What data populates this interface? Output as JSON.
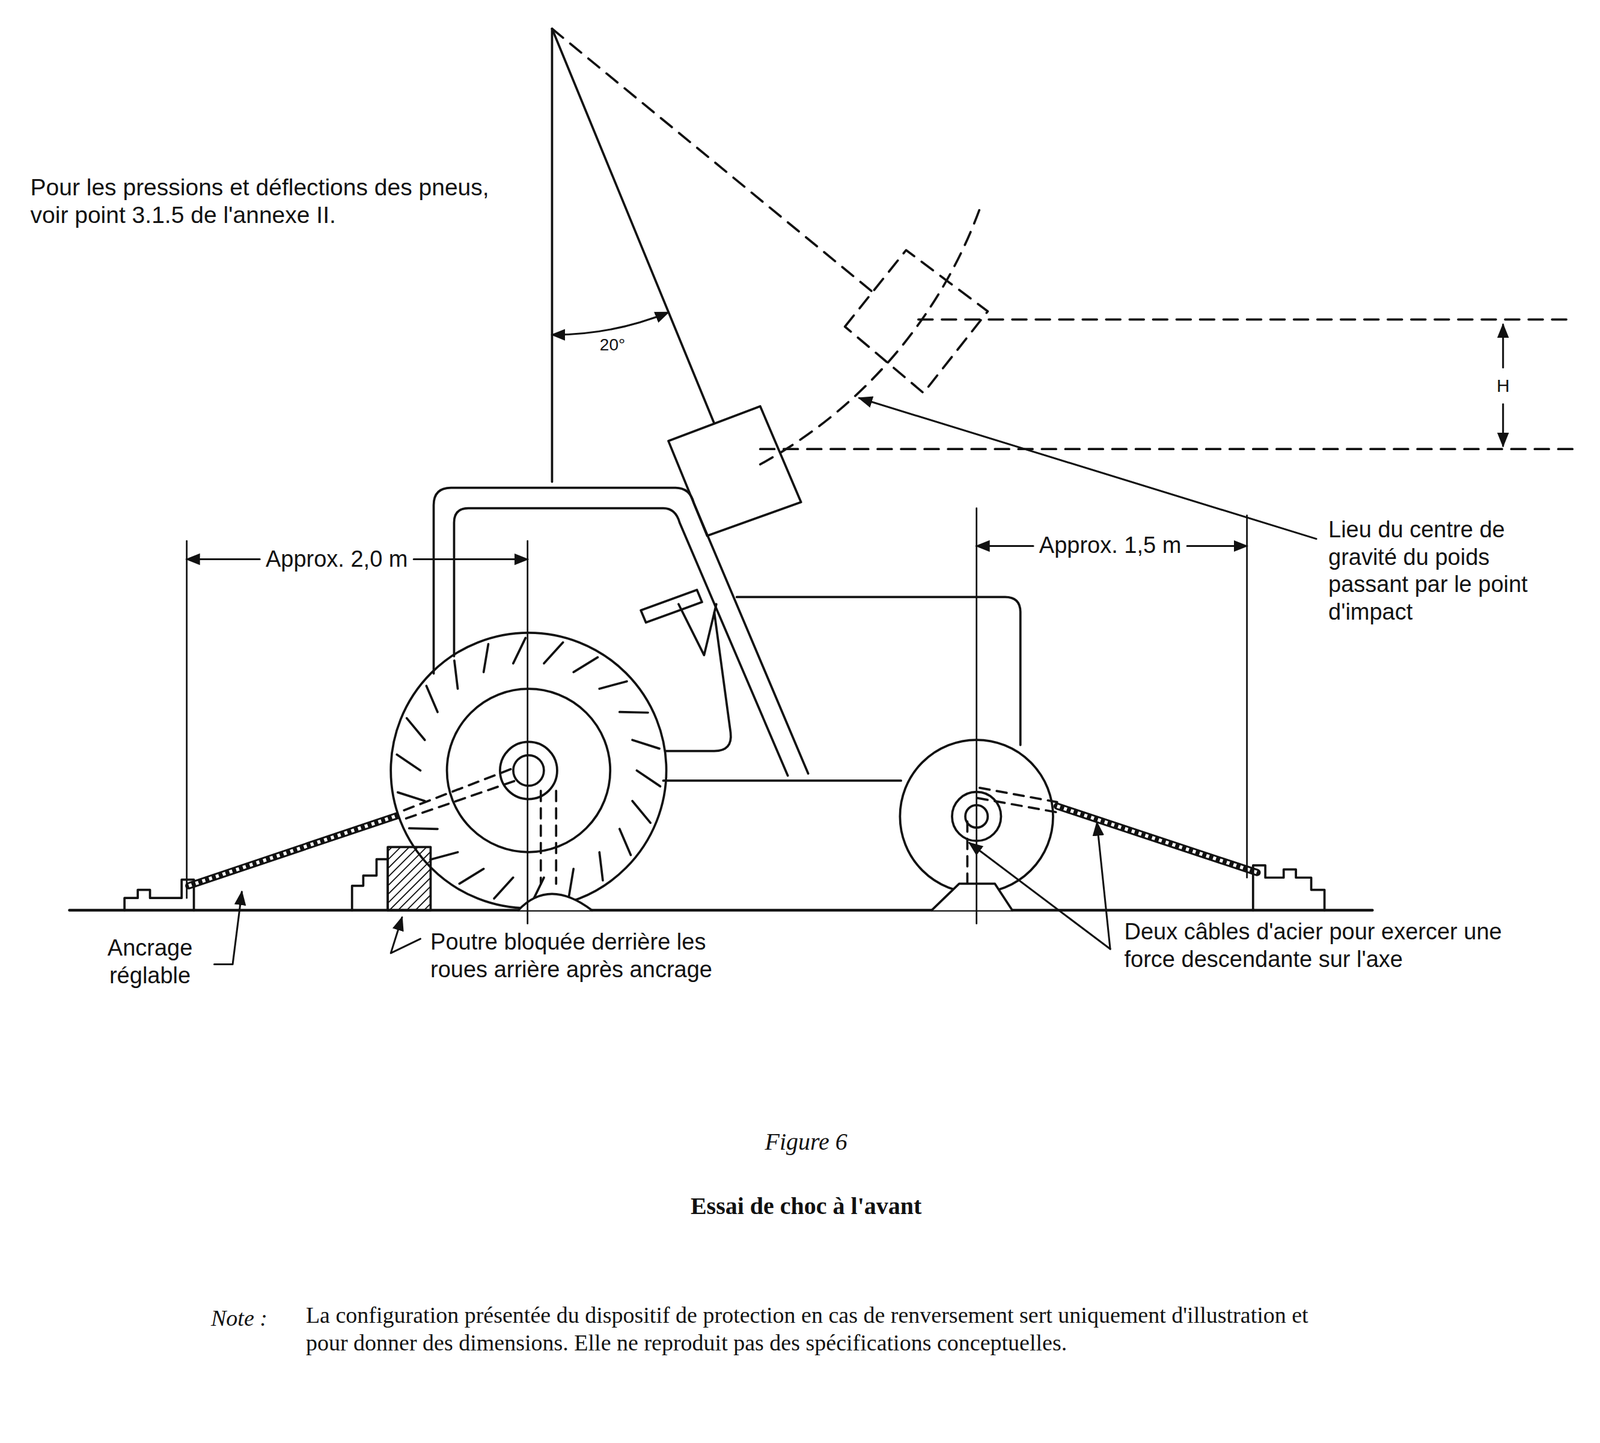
{
  "diagram": {
    "caption": "Essai de choc à l'avant",
    "labels": [
      "Pour les pressions et déflections des pneus, voir point 3.1.5 de l'annexe II.",
      "20°",
      "H",
      "Lieu du centre de gravité du poids passant par le point d'impact",
      "Approx. 2,0 m",
      "Approx. 1,5 m",
      "Ancrage réglable",
      "Poutre bloquée derrière les roues arrière après ancrage",
      "Deux câbles d'acier pour exercer une force descendante sur l'axe",
      "Figure 6",
      "Note :",
      "La configuration présentée du dispositif de protection en cas de renversement sert uniquement d'illustration et pour donner des dimensions. Elle ne reproduit pas des spécifications conceptuelles."
    ]
  }
}
